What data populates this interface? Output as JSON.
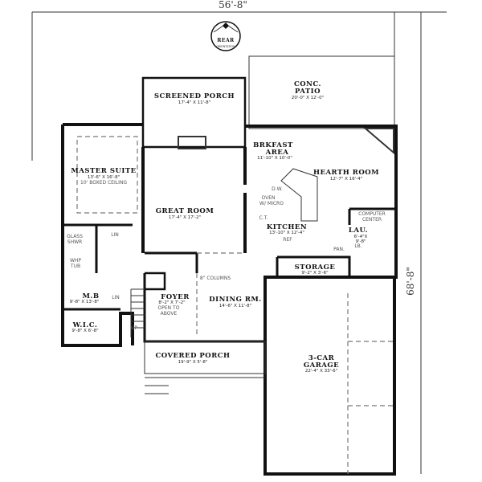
{
  "dimensions": {
    "width": "56'-8\"",
    "depth": "68'-8\""
  },
  "orientation": {
    "label": "REAR",
    "sublabel": "ORIENTATION"
  },
  "rooms": {
    "screened_porch": {
      "name": "SCREENED PORCH",
      "size": "17'-4\" X 11'-8\""
    },
    "patio": {
      "name1": "CONC.",
      "name2": "PATIO",
      "size": "20'-0\" X 12'-0\""
    },
    "master_suite": {
      "name": "MASTER SUITE",
      "size": "13'-6\" X 16'-8\"",
      "note": "10' BOXED CEILING"
    },
    "great_room": {
      "name": "GREAT ROOM",
      "size": "17'-4\" X 17'-2\""
    },
    "breakfast": {
      "name1": "BRKFAST",
      "name2": "AREA",
      "size": "11'-10\" X 10'-0\""
    },
    "hearth_room": {
      "name": "HEARTH ROOM",
      "size": "12'-7\" X 16'-4\""
    },
    "kitchen": {
      "name": "KITCHEN",
      "size": "13'-10\" X 12'-4\""
    },
    "laundry": {
      "name": "LAU.",
      "size1": "6'-4\"X",
      "size2": "9'-8\""
    },
    "storage": {
      "name": "STORAGE",
      "size": "9'-2\" X 3'-6\""
    },
    "master_bath": {
      "name": "M.B",
      "size": "9'-8\" X 13'-8\""
    },
    "wic": {
      "name": "W.I.C.",
      "size": "9'-8\" X 6'-8\""
    },
    "foyer": {
      "name": "FOYER",
      "size": "8'-2\" X 7'-2\"",
      "note1": "OPEN TO",
      "note2": "ABOVE"
    },
    "dining": {
      "name": "DINING RM.",
      "size": "14'-6\" X 11'-8\""
    },
    "covered_porch": {
      "name": "COVERED PORCH",
      "size": "19'-9\" X 5'-8\""
    },
    "garage": {
      "name1": "3-CAR",
      "name2": "GARAGE",
      "size": "22'-4\" X 33'-6\""
    }
  },
  "fixtures": {
    "dw": "D.W.",
    "oven1": "OVEN",
    "oven2": "W/ MICRO",
    "ct": "C.T.",
    "ref": "REF",
    "computer1": "COMPUTER",
    "computer2": "CENTER",
    "pantry": "PAN.",
    "lb": "LB.",
    "glass1": "GLASS",
    "glass2": "SHWR",
    "tub1": "WHP",
    "tub2": "TUB",
    "lin1": "LIN",
    "lin2": "LIN",
    "columns": "8\" COLUMNS",
    "up": "UP"
  }
}
